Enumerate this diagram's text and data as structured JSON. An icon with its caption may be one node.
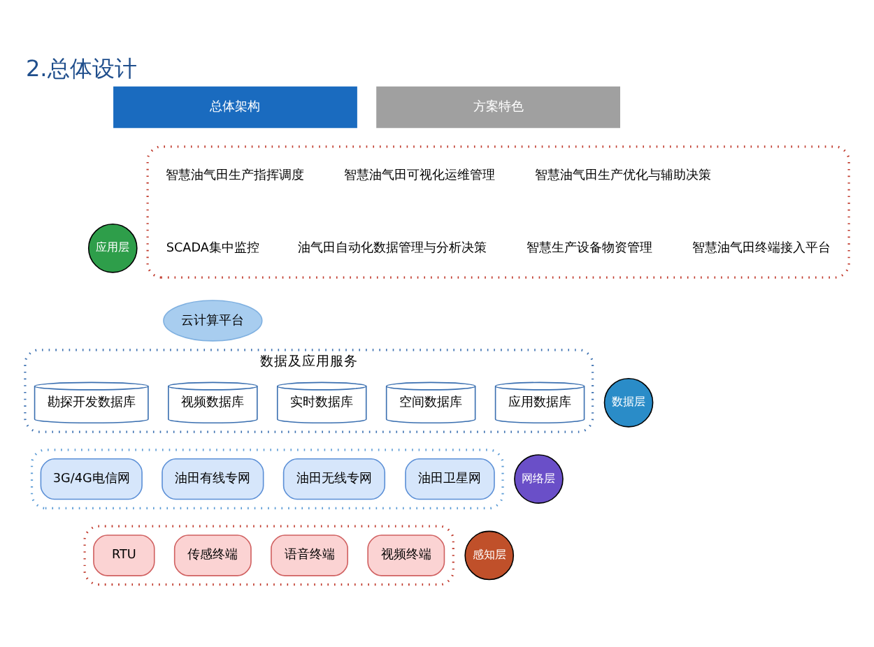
{
  "diagram": {
    "title": "2.总体设计",
    "nodes": [
      {
        "text": [
          "应用层"
        ]
      },
      {
        "text": [],
        "shape": "box"
      },
      {
        "text": [
          "智慧油气田生产指挥调度"
        ],
        "in": 1
      },
      {
        "text": [
          "智慧油气田可视化运维管理"
        ],
        "in": 1
      },
      {
        "text": [
          "智慧油气田生产优化与辅助决策"
        ],
        "in": 1
      },
      {
        "text": [
          "SCADA集中监控"
        ],
        "in": 1
      },
      {
        "text": [
          "油气田自动化数据管理与分析决策"
        ],
        "in": 1
      },
      {
        "text": [
          "智慧生产设备物资管理"
        ],
        "in": 1
      },
      {
        "text": [
          "智慧油气田终端接入平台"
        ],
        "in": 1
      },
      {
        "text": [
          "云计算平台"
        ]
      },
      {
        "text": [
          "数据层"
        ]
      },
      {
        "text": [
          "数据及应用服务"
        ]
      },
      {
        "text": [
          "勘探开发数据库"
        ],
        "in": 11
      },
      {
        "text": [
          "视频数据库"
        ],
        "in": 11
      },
      {
        "text": [
          "实时数据库"
        ],
        "in": 11
      },
      {
        "text": [
          "空间数据库"
        ],
        "in": 11
      },
      {
        "text": [
          "应用数据库"
        ],
        "in": 11
      },
      {
        "text": [
          "网络层"
        ]
      },
      {
        "text": [],
        "shape": "box"
      },
      {
        "text": [
          "3G/4G电信网"
        ],
        "in": 18
      },
      {
        "text": [
          "油田有线专网"
        ],
        "in": 18
      },
      {
        "text": [
          "油田无线专网"
        ],
        "in": 18
      },
      {
        "text": [
          "油田卫星网"
        ],
        "in": 18
      },
      {
        "text": [
          "感知层"
        ]
      },
      {
        "text": [],
        "shape": "box"
      },
      {
        "text": [
          "RTU"
        ],
        "in": 24
      },
      {
        "text": [
          "传感终端"
        ],
        "in": 24
      },
      {
        "text": [
          "语音终端"
        ],
        "in": 24
      },
      {
        "text": [
          "视频终端"
        ],
        "in": 24
      }
    ],
    "edges": [],
    "labels": [
      "总体架构",
      "方案特色"
    ]
  }
}
